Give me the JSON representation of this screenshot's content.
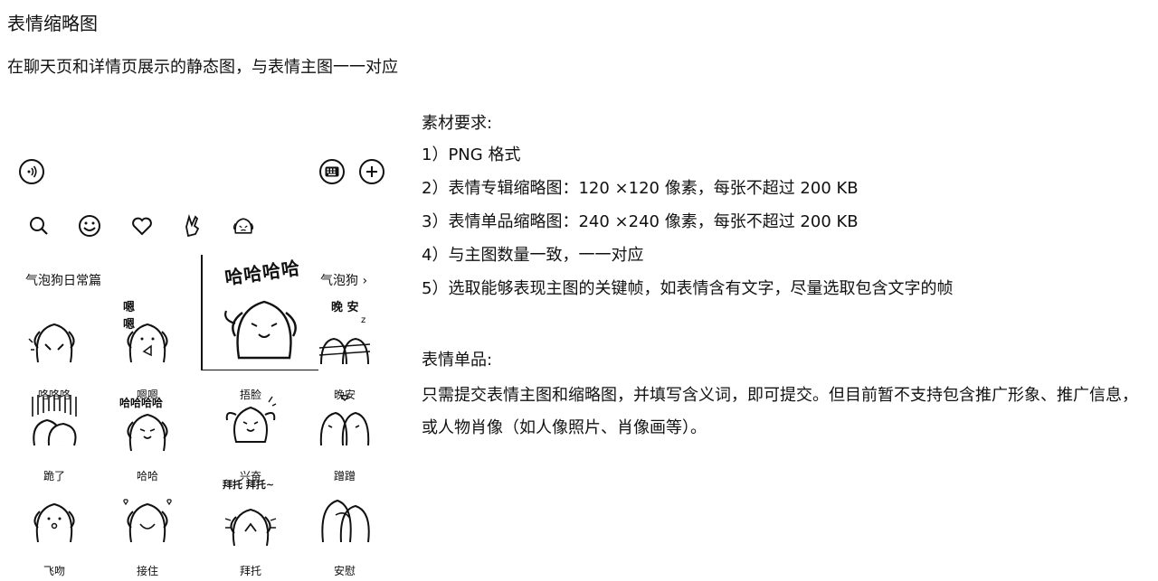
{
  "header": {
    "title": "表情缩略图",
    "subtitle": "在聊天页和详情页展示的静态图，与表情主图一一对应"
  },
  "requirements": {
    "heading": "素材要求:",
    "items": [
      "1）PNG 格式",
      "2）表情专辑缩略图：120 ×120 像素，每张不超过 200 KB",
      "3）表情单品缩略图：240 ×240 像素，每张不超过 200 KB",
      "4）与主图数量一致，一一对应",
      "5）选取能够表现主图的关键帧，如表情含有文字，尽量选取包含文字的帧"
    ]
  },
  "single": {
    "heading": "表情单品:",
    "text": "只需提交表情主图和缩略图，并填写含义词，即可提交。但目前暂不支持包含推广形象、推广信息，或人物肖像（如人像照片、肖像画等）。"
  },
  "phone": {
    "pack_label": "气泡狗日常篇",
    "pack_label_right": "气泡狗 ›",
    "popup_text": "哈哈哈哈",
    "stickers": [
      {
        "caption": "咯咯咯"
      },
      {
        "caption": "嗯嗯"
      },
      {
        "caption": "捂脸"
      },
      {
        "caption": "晚安"
      },
      {
        "caption": "跪了"
      },
      {
        "caption": "哈哈"
      },
      {
        "caption": "兴奋"
      },
      {
        "caption": "蹭蹭"
      },
      {
        "caption": "飞吻"
      },
      {
        "caption": "接住"
      },
      {
        "caption": "拜托"
      },
      {
        "caption": "安慰"
      }
    ],
    "sticker_text": {
      "s2": "嗯 嗯",
      "s4": "晚 安",
      "s6": "哈哈哈哈",
      "s11": "拜托 拜托~"
    }
  }
}
